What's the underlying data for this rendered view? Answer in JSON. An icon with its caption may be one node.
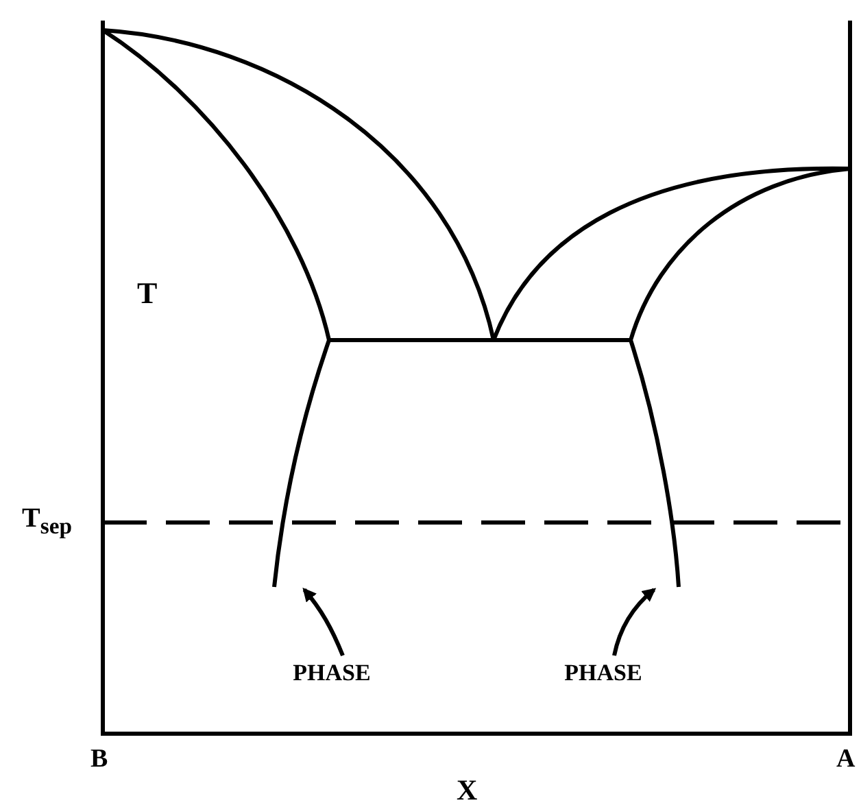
{
  "diagram": {
    "nodes": [
      {
        "text": [
          "PHASE"
        ]
      },
      {
        "text": [
          "PHASE"
        ]
      }
    ],
    "edges": [
      {
        "from": 0,
        "to": null,
        "arrow": "to"
      },
      {
        "from": 1,
        "to": null,
        "arrow": "to"
      }
    ],
    "labels": [
      "T",
      "T$_{sep}$",
      "B",
      "A",
      "X"
    ]
  }
}
